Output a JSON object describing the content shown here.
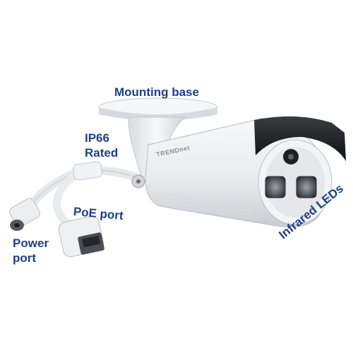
{
  "image": {
    "subject": "Outdoor bullet network camera",
    "brand_logo": "TRENDnet"
  },
  "callouts": {
    "mounting_base": "Mounting base",
    "ip66_line1": "IP66",
    "ip66_line2": "Rated",
    "poe_port": "PoE port",
    "power_line1": "Power",
    "power_line2": "port",
    "infrared_leds": "Infrared LEDs"
  },
  "colors": {
    "callout_text": "#1f3f86",
    "background": "#ffffff",
    "housing": "#eef0f2",
    "sunshield": "#1e1f22"
  }
}
